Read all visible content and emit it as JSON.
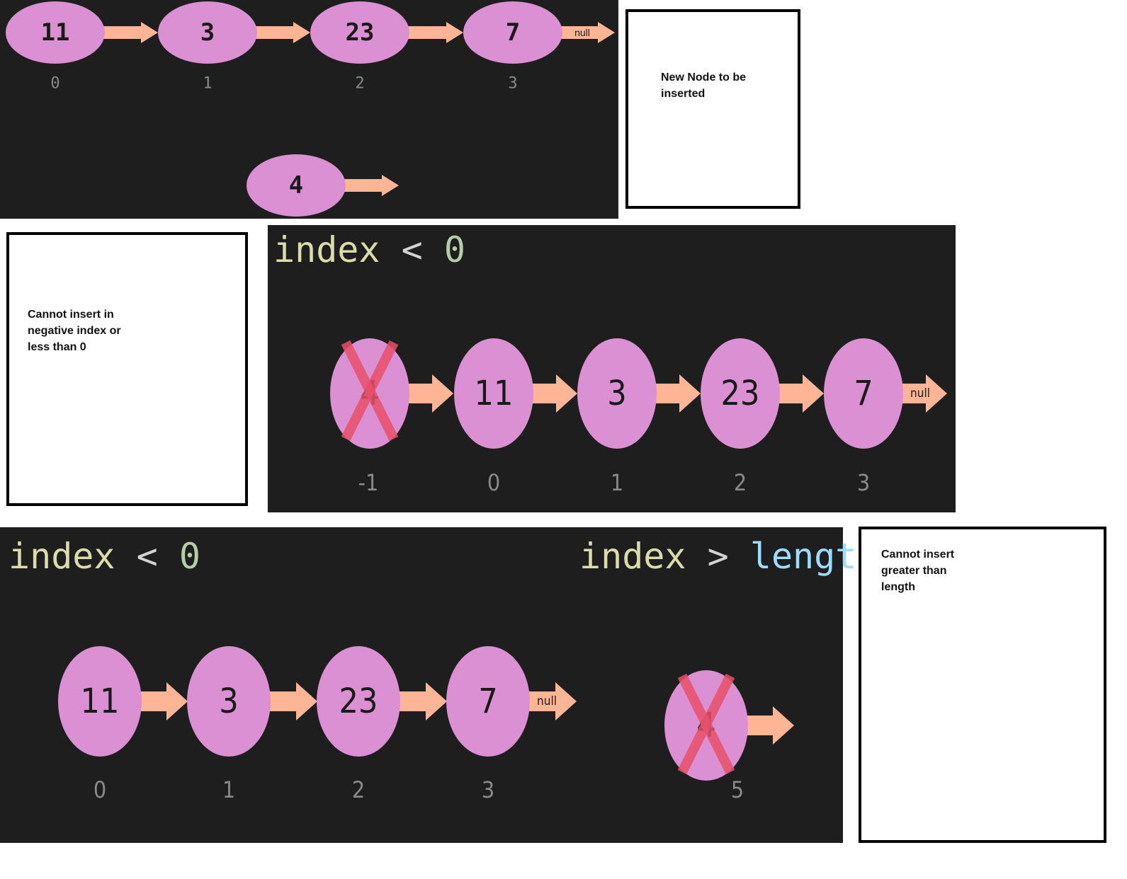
{
  "colors": {
    "panel_bg": "#1e1e1e",
    "node_fill": "#dc90d4",
    "arrow_fill": "#fdb595",
    "cross_color": "#e8506a",
    "index_label_color": "#8a8a8a",
    "keyword_color": "#dcdcaa",
    "number_color": "#b5cea8",
    "operator_color": "#d4d4d4",
    "length_color": "#9cdcfe"
  },
  "notes": {
    "new_node": "New Node to be\ninserted",
    "negative_index": "Cannot insert in\nnegative index or\nless than 0",
    "greater_than_length": "Cannot insert\ngreater than\nlength"
  },
  "panel1": {
    "nodes": [
      "11",
      "3",
      "23",
      "7"
    ],
    "indices": [
      "0",
      "1",
      "2",
      "3"
    ],
    "null_label": "null",
    "new_node": "4"
  },
  "panel2": {
    "heading": {
      "keyword": "index",
      "operator": "<",
      "value": "0"
    },
    "rejected_node": "4",
    "rejected_index": "-1",
    "nodes": [
      "11",
      "3",
      "23",
      "7"
    ],
    "indices": [
      "0",
      "1",
      "2",
      "3"
    ],
    "null_label": "null"
  },
  "panel3": {
    "heading_left": {
      "keyword": "index",
      "operator": "<",
      "value": "0"
    },
    "heading_right": {
      "keyword": "index",
      "operator": ">",
      "value": "length"
    },
    "nodes": [
      "11",
      "3",
      "23",
      "7"
    ],
    "indices": [
      "0",
      "1",
      "2",
      "3"
    ],
    "null_label": "null",
    "rejected_node": "4",
    "rejected_index": "5"
  }
}
